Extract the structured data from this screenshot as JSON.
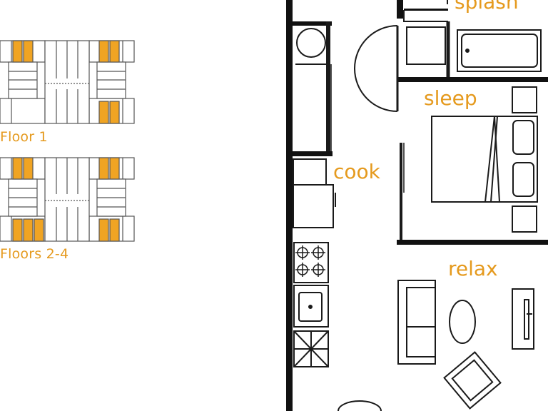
{
  "floor_plans": [
    {
      "label": "Floor 1"
    },
    {
      "label": "Floors 2-4"
    }
  ],
  "rooms": {
    "splash": "splash",
    "sleep": "sleep",
    "cook": "cook",
    "relax": "relax"
  },
  "colors": {
    "accent": "#e59a1e",
    "line": "#1a1a1a",
    "wall": "#111111"
  }
}
